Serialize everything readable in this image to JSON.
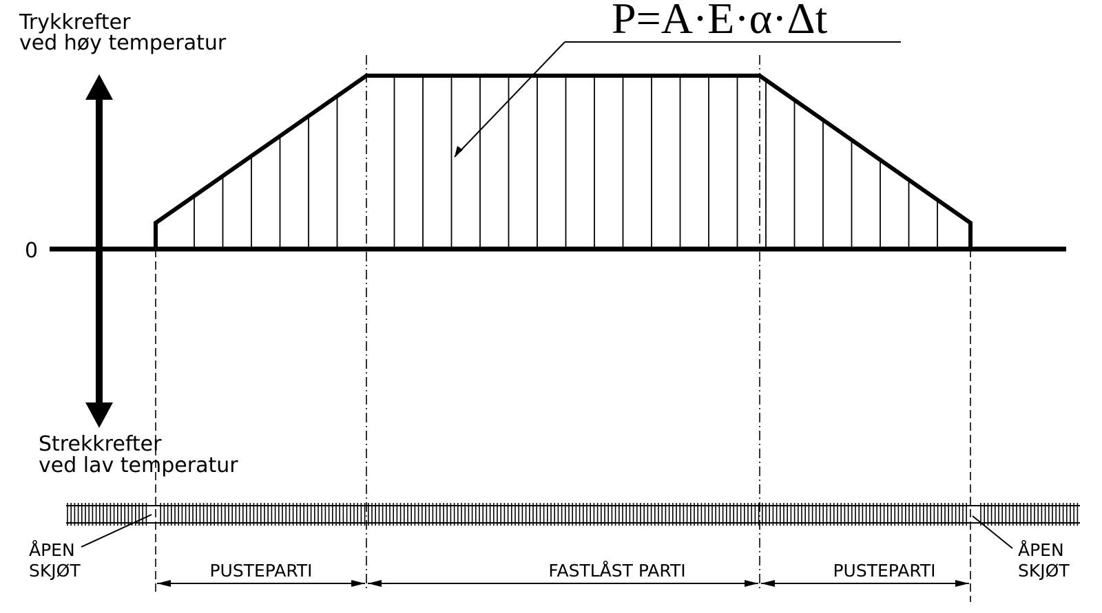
{
  "formula": "P=A·E·α·Δt",
  "axis": {
    "top_label": [
      "Trykkrefter",
      "ved høy temperatur"
    ],
    "bottom_label": [
      "Strekkrefter",
      "ved lav temperatur"
    ],
    "zero_label": "0"
  },
  "zones": [
    {
      "label": "PUSTEPARTI"
    },
    {
      "label": "FASTLÅST PARTI"
    },
    {
      "label": "PUSTEPARTI"
    }
  ],
  "joints": {
    "left": [
      "ÅPEN",
      "SKJØT"
    ],
    "right": [
      "ÅPEN",
      "SKJØT"
    ]
  }
}
